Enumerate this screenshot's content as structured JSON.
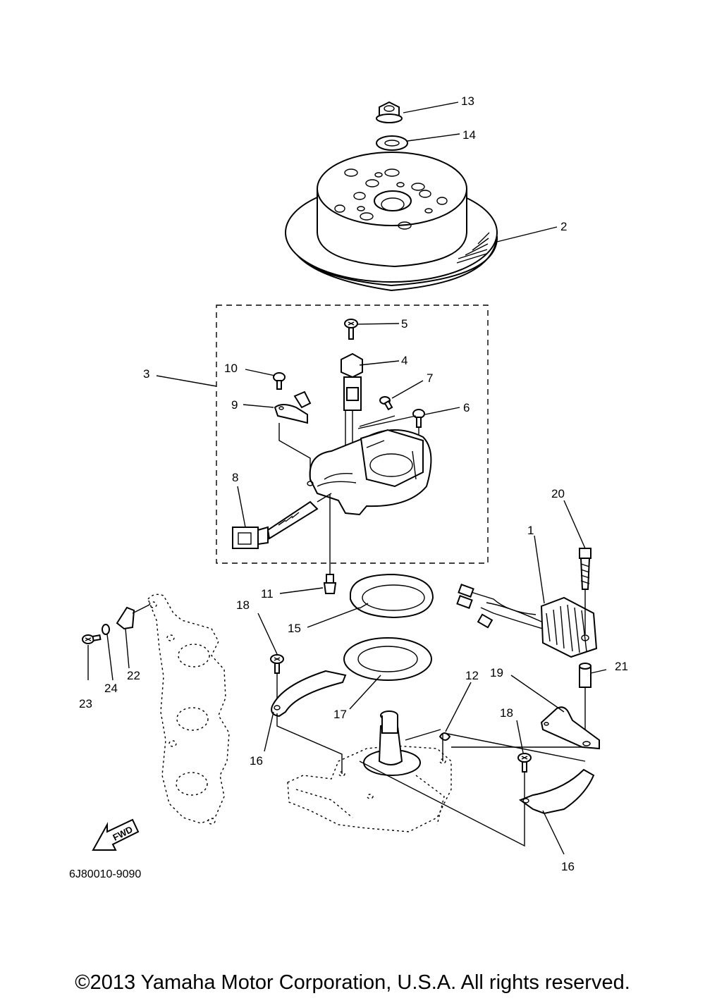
{
  "callouts": {
    "c1": "1",
    "c2": "2",
    "c3": "3",
    "c4": "4",
    "c5": "5",
    "c6": "6",
    "c7": "7",
    "c8": "8",
    "c9": "9",
    "c10": "10",
    "c11": "11",
    "c12": "12",
    "c13": "13",
    "c14": "14",
    "c15": "15",
    "c16a": "16",
    "c16b": "16",
    "c17": "17",
    "c18a": "18",
    "c18b": "18",
    "c19": "19",
    "c20": "20",
    "c21": "21",
    "c22": "22",
    "c23": "23",
    "c24": "24"
  },
  "fwd_label": "FWD",
  "diagram_code": "6J80010-9090",
  "copyright": "©2013 Yamaha Motor Corporation, U.S.A. All rights reserved."
}
